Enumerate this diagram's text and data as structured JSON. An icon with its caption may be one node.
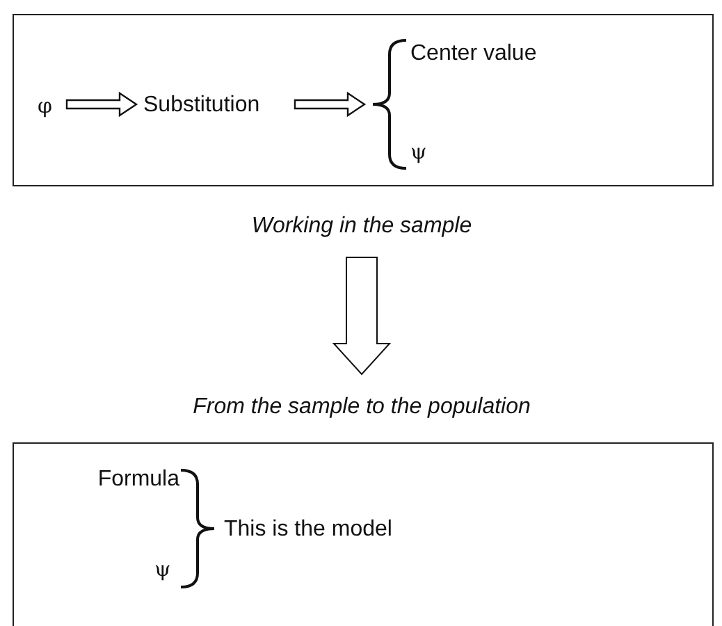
{
  "diagram": {
    "nodes": [
      {
        "text": [],
        "shape": "box"
      },
      {
        "text": [
          "φ"
        ],
        "in": 0
      },
      {
        "text": [
          "Substitution"
        ],
        "in": 0
      },
      {
        "text": [],
        "shape": "brace",
        "in": 0
      },
      {
        "text": [
          "Center value"
        ],
        "in": 0
      },
      {
        "text": [
          "ψ"
        ],
        "in": 0
      },
      {
        "text": [
          "Working in the sample"
        ]
      },
      {
        "text": [
          "From the sample to the population"
        ]
      },
      {
        "text": [],
        "shape": "box"
      },
      {
        "text": [
          "Formula"
        ],
        "in": 8
      },
      {
        "text": [
          "ψ"
        ],
        "in": 8
      },
      {
        "text": [
          "This is the model"
        ],
        "in": 8
      }
    ],
    "edges": [
      {
        "from": 1,
        "to": 2,
        "arrow": "to"
      },
      {
        "from": 2,
        "to": 3,
        "arrow": "to"
      },
      {
        "from": 6,
        "to": 7,
        "arrow": "to",
        "style": "thick"
      }
    ]
  }
}
